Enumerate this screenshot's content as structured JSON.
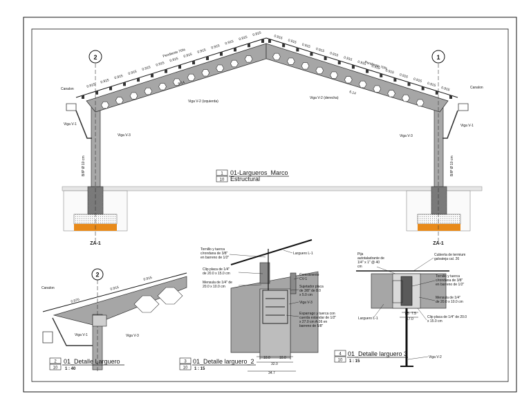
{
  "main_frame": {
    "title": "01-Largueros_Marco",
    "scale": "1 : 10",
    "sheet_number": "1",
    "subtitle": "Estructural",
    "grid_left": "2",
    "grid_right": "1",
    "footing_left": "ZA-1",
    "footing_right": "ZA-1",
    "slope_left": "Pendiente 70%",
    "slope_right": "Pendiente 70%",
    "canal_left": "Canalon",
    "canal_right": "Canalon",
    "beam_left": "Viga V-2 (izquierda)",
    "beam_right": "Viga V-2 (derecha)",
    "col_beam_left": "Viga V-1",
    "col_beam_right": "Viga V-1",
    "brace_left": "Viga V-3",
    "brace_right": "Viga V-3",
    "span_left": "6.14",
    "span_right": "6.14",
    "col_label_left": "B/IP Ø 10 cm",
    "col_label_right": "B/IP Ø 10 cm",
    "spacing": "0.915",
    "spacing_edge": "0.970",
    "purlin": "L-1"
  },
  "detail_1": {
    "sheet_number": "2",
    "scale": "1 : 40",
    "scale_box": "10",
    "title": "01_Detalle Larguero",
    "grid": "2",
    "canal": "Canalon",
    "beam_v1": "Viga V-1",
    "beam_v3": "Viga V-3",
    "spacing": "0.915",
    "spacing_edge": "0.970",
    "purlin": "L-1"
  },
  "detail_2": {
    "sheet_number": "3",
    "scale": "1 : 15",
    "scale_box": "10",
    "title": "01_Detalle larguero_2",
    "note_bolt": "Tornillo y tuerca c/rondana de 3/8\" en barreno de 1/2\"",
    "note_clip": "Clip placa de 1/4\" de 20.0 x 15.0 cm",
    "note_mensula": "Mensula de 1/4\" de 20.0 x 10.0 cm",
    "note_larguero": "Larguero L-1",
    "note_contra": "Contraviento CV-1",
    "note_sujetador": "Sujetador placa de 3/8\" de 8.0 x 5.0 cm",
    "note_viga": "Viga V-3",
    "note_esparrago": "Esparrago y tuerca con cuerda estandar de 1/2\" x 27.0 cm A-36 en barreno de 5/8\"",
    "dim_a": "10.0",
    "dim_b": "10.0",
    "dim_c": "32.0",
    "dim_d": "34.7"
  },
  "detail_3": {
    "sheet_number": "4",
    "scale": "1 : 15",
    "scale_box": "10",
    "title": "01_Detalle larguero 3",
    "note_pija": "Pija autotaladrante de 1/4\" x 1\" @ 40 cm",
    "note_cubierta": "Cubierta de termium galvateja cal. 26",
    "note_tornillo": "Tornillo y tuerca c/rondana de 3/8\" en barreno de 1/2\"",
    "note_mensula": "Mensula de 1/4\" de 20.0 x 10.0 cm",
    "note_larguero": "Larguero L-1",
    "note_clip": "Clip placa de 1/4\" de 20.0 x 15.0 cm",
    "note_viga": "Viga V-2",
    "dim_a": "7.5",
    "dim_b": "7.5",
    "dim_c": "17.0"
  },
  "colors": {
    "line": "#111111",
    "steel": "#9a9a9a",
    "steel_dark": "#6e6e6e",
    "concrete": "#c8c8c8",
    "orange": "#e88a1a"
  }
}
